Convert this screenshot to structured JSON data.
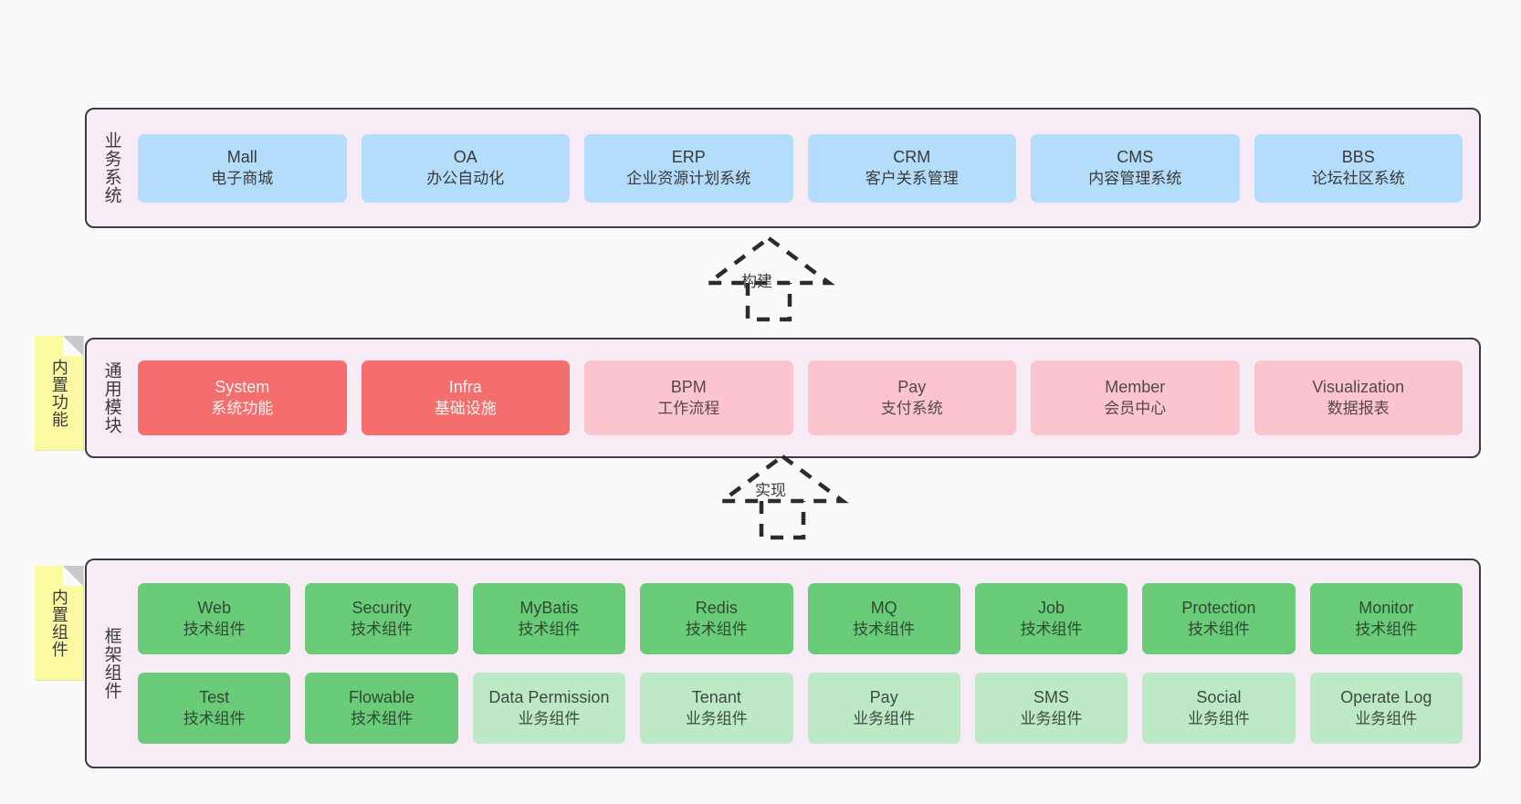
{
  "diagram": {
    "background_color": "#fafafa",
    "layer_fill": "#f7ebf5",
    "layer_border": "#3d3b44",
    "note_fill": "#fcfba4",
    "colors": {
      "blue": "#b3ddfa",
      "red": "#f56e6e",
      "pink": "#fcc4cd",
      "green": "#6acb79",
      "light_green": "#bde9c6"
    }
  },
  "notes": [
    {
      "label": "内置功能"
    },
    {
      "label": "内置组件"
    }
  ],
  "connectors": [
    {
      "label": "构建",
      "style": "dashed-hollow-arrow-up"
    },
    {
      "label": "实现",
      "style": "dashed-hollow-arrow-up"
    }
  ],
  "layers": [
    {
      "id": "business",
      "title": "业务系统",
      "rows": [
        {
          "cards": [
            {
              "en": "Mall",
              "cn": "电子商城",
              "color": "blue"
            },
            {
              "en": "OA",
              "cn": "办公自动化",
              "color": "blue"
            },
            {
              "en": "ERP",
              "cn": "企业资源计划系统",
              "color": "blue"
            },
            {
              "en": "CRM",
              "cn": "客户关系管理",
              "color": "blue"
            },
            {
              "en": "CMS",
              "cn": "内容管理系统",
              "color": "blue"
            },
            {
              "en": "BBS",
              "cn": "论坛社区系统",
              "color": "blue"
            }
          ]
        }
      ]
    },
    {
      "id": "common",
      "title": "通用模块",
      "rows": [
        {
          "cards": [
            {
              "en": "System",
              "cn": "系统功能",
              "color": "red"
            },
            {
              "en": "Infra",
              "cn": "基础设施",
              "color": "red"
            },
            {
              "en": "BPM",
              "cn": "工作流程",
              "color": "pink"
            },
            {
              "en": "Pay",
              "cn": "支付系统",
              "color": "pink"
            },
            {
              "en": "Member",
              "cn": "会员中心",
              "color": "pink"
            },
            {
              "en": "Visualization",
              "cn": "数据报表",
              "color": "pink"
            }
          ]
        }
      ]
    },
    {
      "id": "framework",
      "title": "框架组件",
      "rows": [
        {
          "cards": [
            {
              "en": "Web",
              "cn": "技术组件",
              "color": "green"
            },
            {
              "en": "Security",
              "cn": "技术组件",
              "color": "green"
            },
            {
              "en": "MyBatis",
              "cn": "技术组件",
              "color": "green"
            },
            {
              "en": "Redis",
              "cn": "技术组件",
              "color": "green"
            },
            {
              "en": "MQ",
              "cn": "技术组件",
              "color": "green"
            },
            {
              "en": "Job",
              "cn": "技术组件",
              "color": "green"
            },
            {
              "en": "Protection",
              "cn": "技术组件",
              "color": "green"
            },
            {
              "en": "Monitor",
              "cn": "技术组件",
              "color": "green"
            }
          ]
        },
        {
          "cards": [
            {
              "en": "Test",
              "cn": "技术组件",
              "color": "green"
            },
            {
              "en": "Flowable",
              "cn": "技术组件",
              "color": "green"
            },
            {
              "en": "Data Permission",
              "cn": "业务组件",
              "color": "light_green"
            },
            {
              "en": "Tenant",
              "cn": "业务组件",
              "color": "light_green"
            },
            {
              "en": "Pay",
              "cn": "业务组件",
              "color": "light_green"
            },
            {
              "en": "SMS",
              "cn": "业务组件",
              "color": "light_green"
            },
            {
              "en": "Social",
              "cn": "业务组件",
              "color": "light_green"
            },
            {
              "en": "Operate Log",
              "cn": "业务组件",
              "color": "light_green"
            }
          ]
        }
      ]
    }
  ]
}
